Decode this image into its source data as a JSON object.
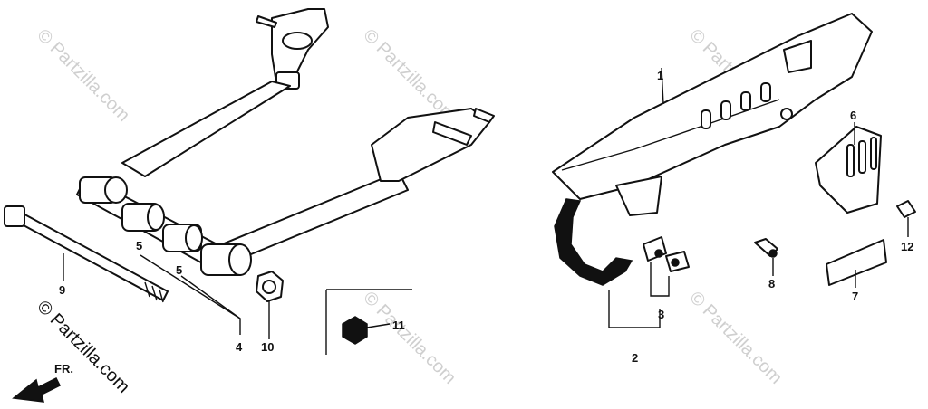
{
  "watermark": "© Partzilla.com",
  "callouts": [
    {
      "id": "1",
      "label": "1"
    },
    {
      "id": "2",
      "label": "2"
    },
    {
      "id": "3",
      "label": "3"
    },
    {
      "id": "4",
      "label": "4"
    },
    {
      "id": "5a",
      "label": "5"
    },
    {
      "id": "5b",
      "label": "5"
    },
    {
      "id": "6",
      "label": "6"
    },
    {
      "id": "7",
      "label": "7"
    },
    {
      "id": "8",
      "label": "8"
    },
    {
      "id": "9",
      "label": "9"
    },
    {
      "id": "10",
      "label": "10"
    },
    {
      "id": "11",
      "label": "11"
    },
    {
      "id": "12",
      "label": "12"
    }
  ],
  "colors": {
    "line": "#111111",
    "background": "#ffffff",
    "watermark": "#cfcfcf"
  },
  "icons": {
    "front_arrow": "arrow-left-icon"
  }
}
